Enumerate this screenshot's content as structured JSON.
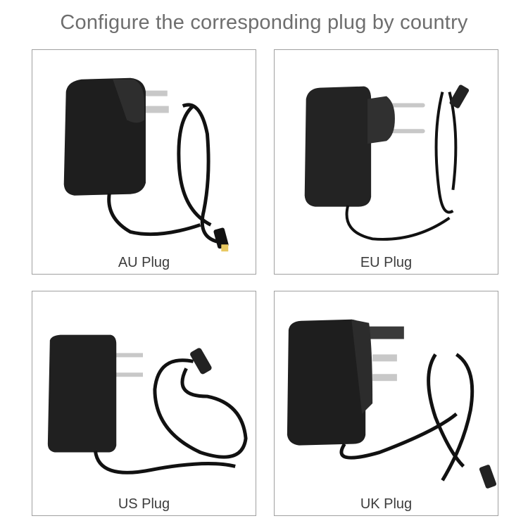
{
  "title": "Configure the corresponding plug by country",
  "panels": [
    {
      "label": "AU Plug"
    },
    {
      "label": "EU Plug"
    },
    {
      "label": "US Plug"
    },
    {
      "label": "UK Plug"
    }
  ]
}
